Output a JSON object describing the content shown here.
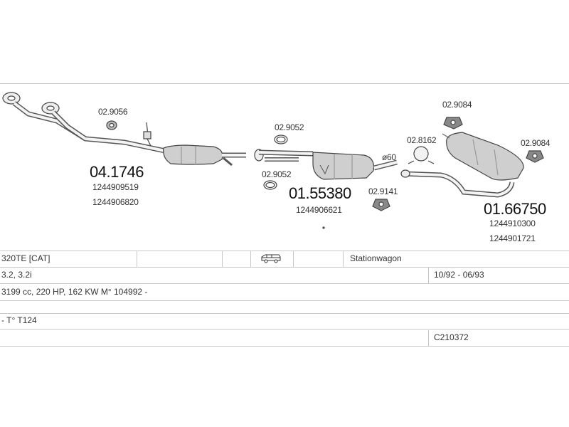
{
  "parts": {
    "front_pipe": {
      "code": "04.1746",
      "oe": [
        "1244909519",
        "1244906820"
      ]
    },
    "gasket_front": {
      "code": "02.9056"
    },
    "middle_silencer": {
      "code": "01.55380",
      "oe": [
        "1244906621"
      ]
    },
    "clamp_a": {
      "code": "02.9052"
    },
    "clamp_b": {
      "code": "02.9052"
    },
    "diameter": {
      "code": "ø60"
    },
    "rubber_mount_mid": {
      "code": "02.9141"
    },
    "clamp_rear": {
      "code": "02.8162"
    },
    "rubber_rear_a": {
      "code": "02.9084"
    },
    "rubber_rear_b": {
      "code": "02.9084"
    },
    "rear_silencer": {
      "code": "01.66750",
      "oe": [
        "1244910300",
        "1244901721"
      ]
    }
  },
  "table": {
    "model": "320TE  [CAT]",
    "body_type": "Stationwagon",
    "engines": "3.2, 3.2i",
    "years": "10/92 - 06/93",
    "specs": "3199 cc, 220 HP, 162 KW M° 104992 -",
    "type_code": "- T° T124",
    "catalogue_code": "C210372"
  },
  "icons": {
    "body_icon": "station-wagon-icon"
  }
}
